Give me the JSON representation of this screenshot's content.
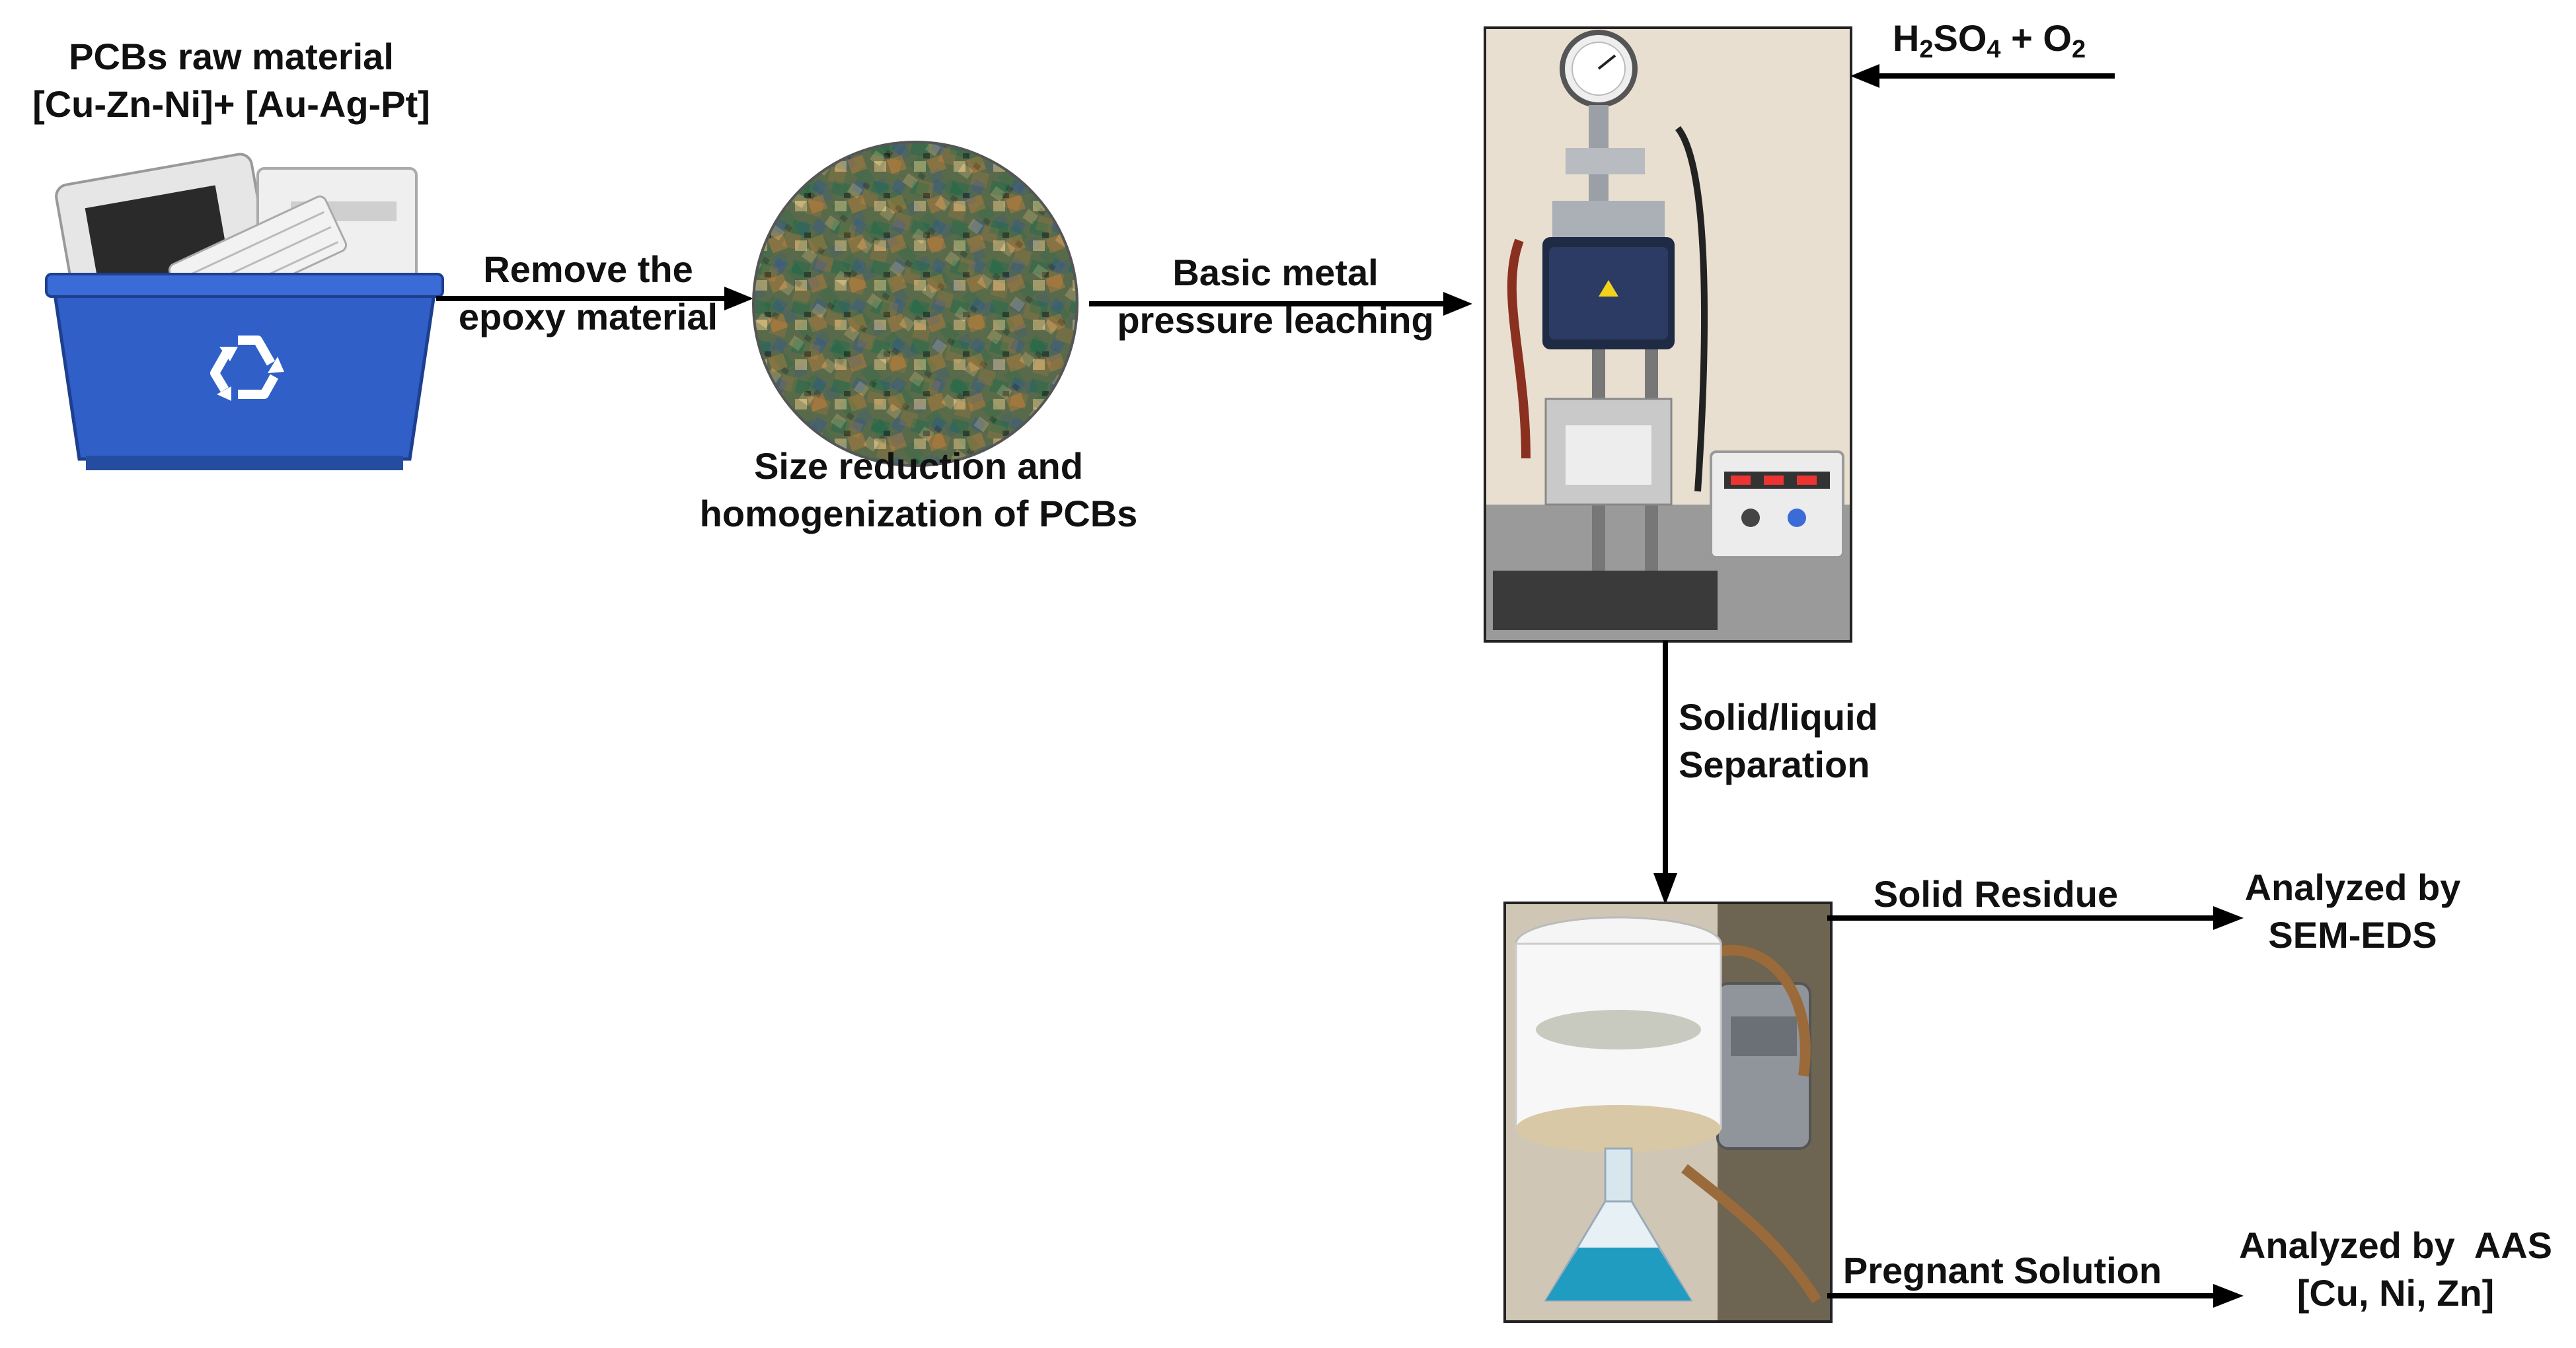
{
  "stage1": {
    "title": "PCBs raw material",
    "subtitle": "[Cu-Zn-Ni]+  [Au-Ag-Pt]"
  },
  "arrow1": {
    "line1": "Remove the",
    "line2": "epoxy material"
  },
  "stage2": {
    "line1": "Size reduction and",
    "line2": "homogenization of PCBs"
  },
  "arrow2": {
    "line1": "Basic metal",
    "line2": "pressure leaching"
  },
  "reagent": {
    "a": "H",
    "a_sub": "2",
    "b": "SO",
    "b_sub": "4",
    "plus": " + O",
    "c_sub": "2"
  },
  "arrow3": {
    "line1": "Solid/liquid",
    "line2": "Separation"
  },
  "residue": {
    "arrow_label": "Solid Residue",
    "result_line1": "Analyzed by",
    "result_line2": "SEM-EDS"
  },
  "solution": {
    "arrow_label": "Pregnant Solution",
    "result_line1": "Analyzed by  AAS",
    "result_line2": "[Cu, Ni, Zn]"
  },
  "colors": {
    "bin_blue": "#2f5fc7",
    "solution_blue": "#1f9cc0",
    "arrow": "#000000"
  }
}
